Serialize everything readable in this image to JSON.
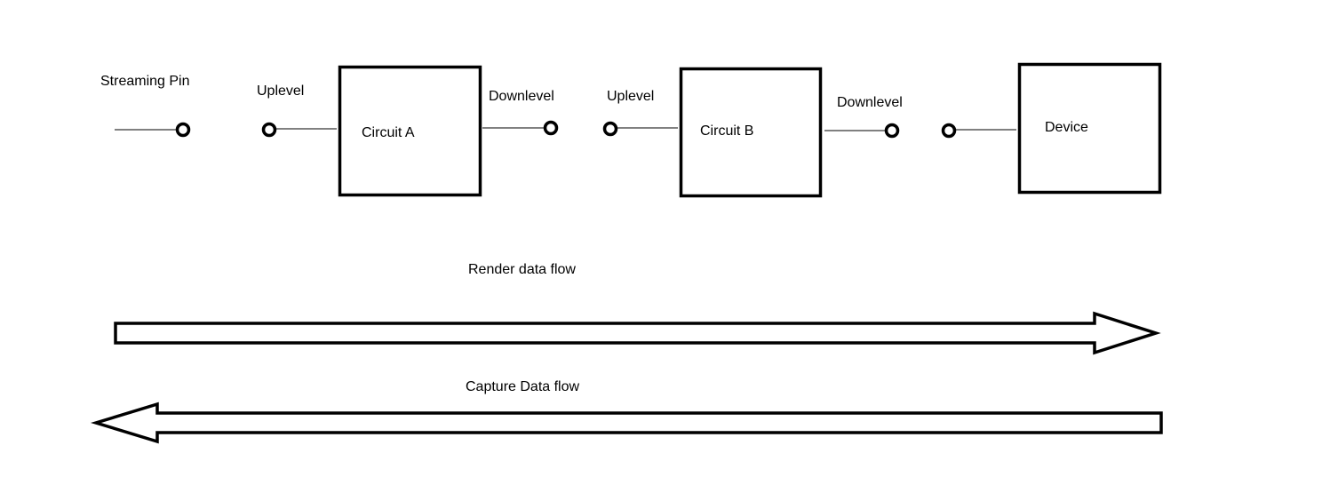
{
  "diagram": {
    "streaming_pin": {
      "label": "Streaming Pin"
    },
    "circuit_a": {
      "label": "Circuit A",
      "uplevel_label": "Uplevel",
      "downlevel_label": "Downlevel"
    },
    "circuit_b": {
      "label": "Circuit B",
      "uplevel_label": "Uplevel",
      "downlevel_label": "Downlevel"
    },
    "device": {
      "label": "Device"
    },
    "render_flow": {
      "label": "Render data flow",
      "direction": "right"
    },
    "capture_flow": {
      "label": "Capture Data flow",
      "direction": "left"
    }
  }
}
